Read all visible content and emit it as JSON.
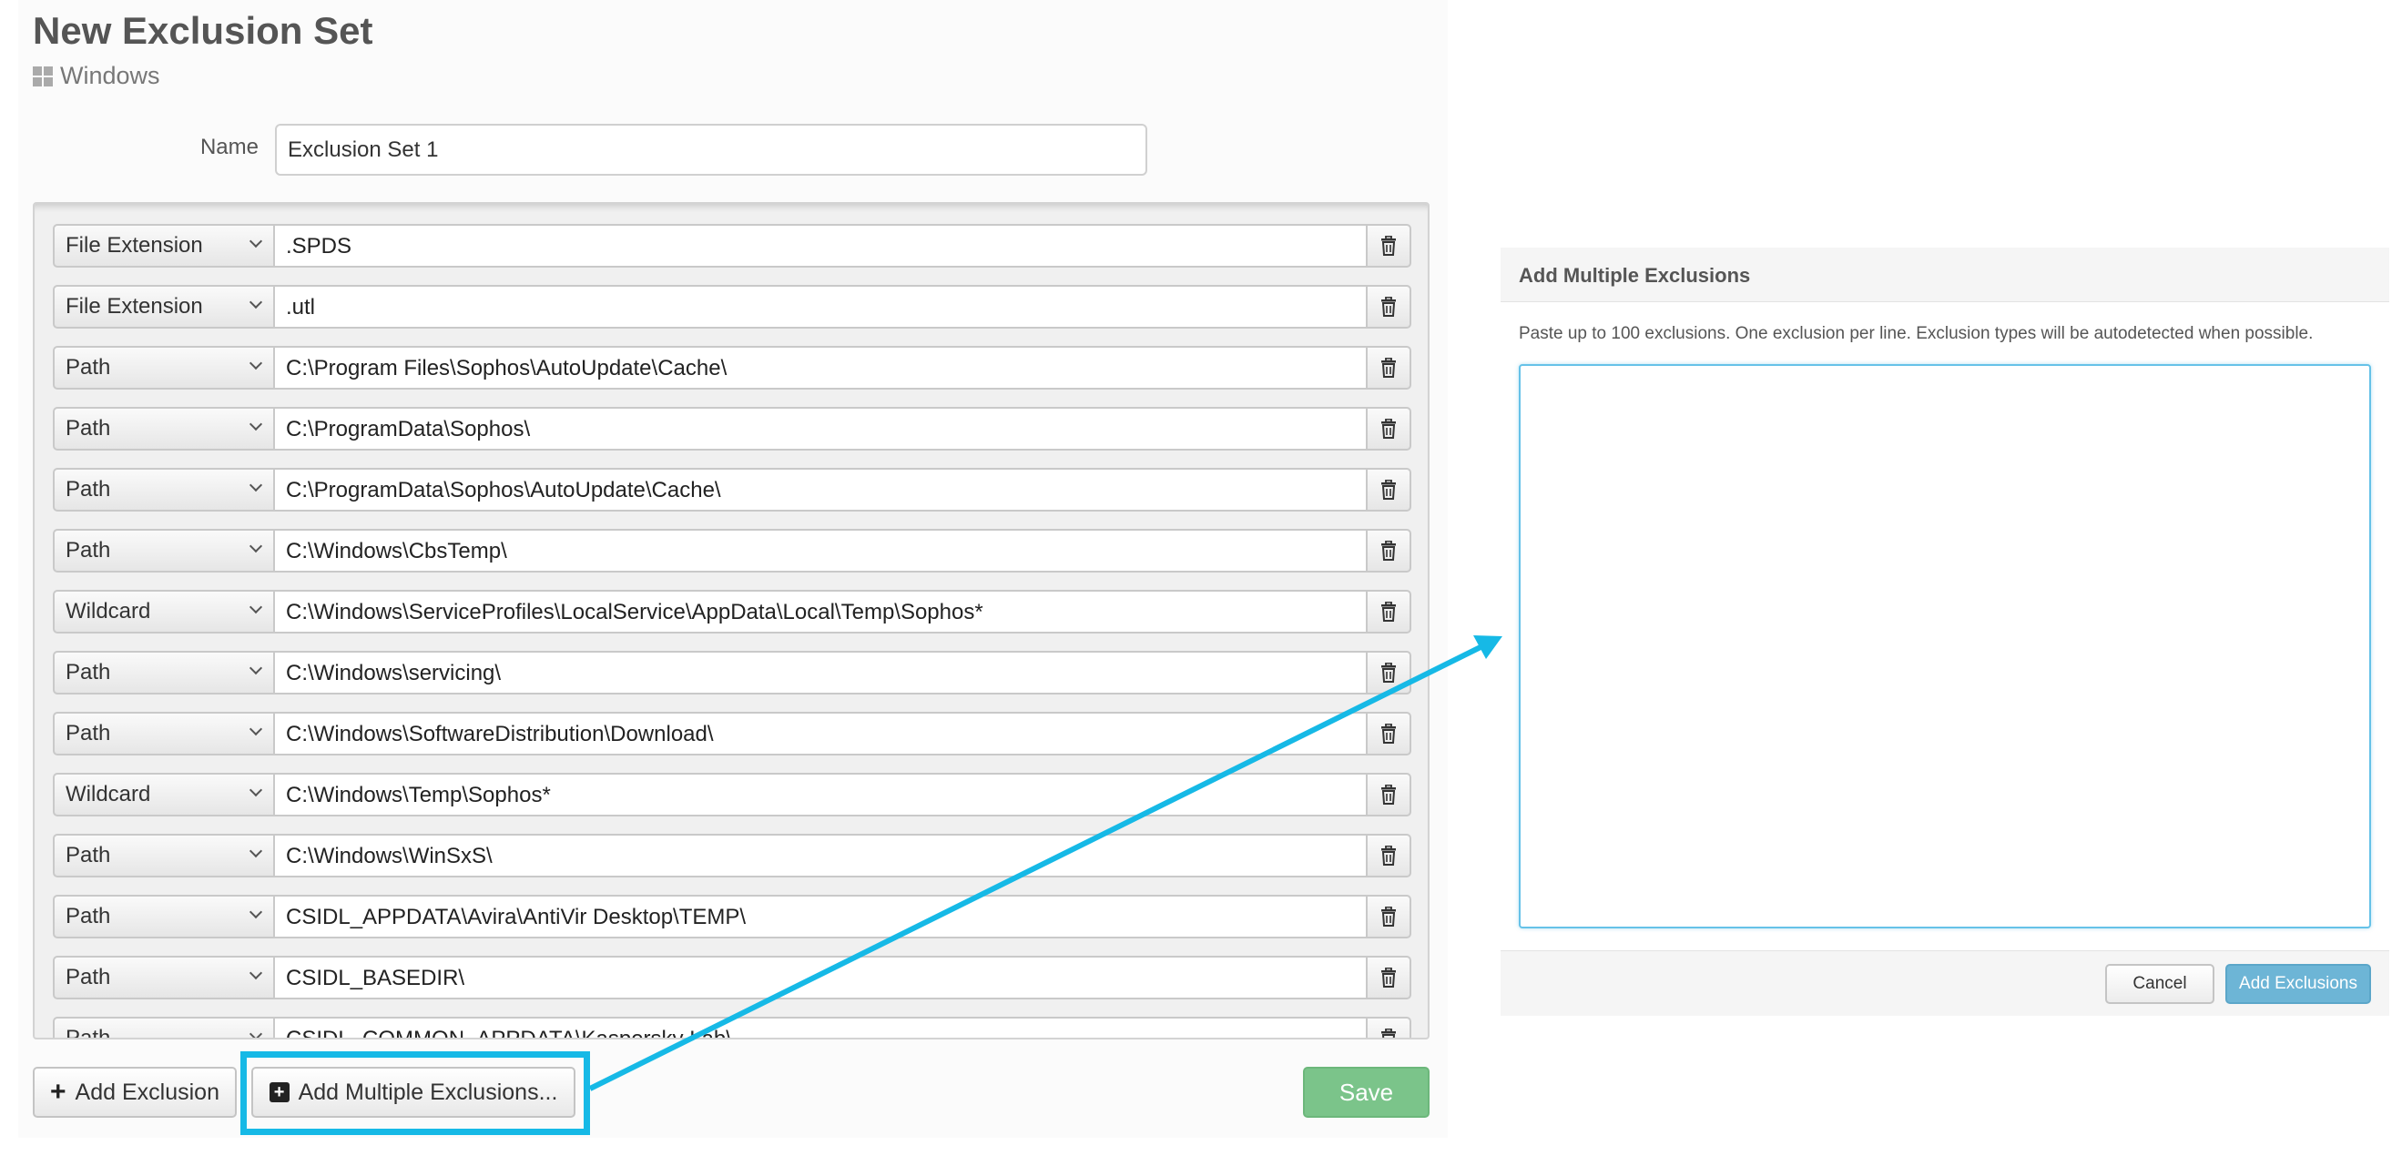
{
  "page": {
    "title": "New Exclusion Set",
    "platform": "Windows"
  },
  "form": {
    "name_label": "Name",
    "name_value": "Exclusion Set 1"
  },
  "exclusions": [
    {
      "type": "File Extension",
      "value": ".SPDS"
    },
    {
      "type": "File Extension",
      "value": ".utl"
    },
    {
      "type": "Path",
      "value": "C:\\Program Files\\Sophos\\AutoUpdate\\Cache\\"
    },
    {
      "type": "Path",
      "value": "C:\\ProgramData\\Sophos\\"
    },
    {
      "type": "Path",
      "value": "C:\\ProgramData\\Sophos\\AutoUpdate\\Cache\\"
    },
    {
      "type": "Path",
      "value": "C:\\Windows\\CbsTemp\\"
    },
    {
      "type": "Wildcard",
      "value": "C:\\Windows\\ServiceProfiles\\LocalService\\AppData\\Local\\Temp\\Sophos*"
    },
    {
      "type": "Path",
      "value": "C:\\Windows\\servicing\\"
    },
    {
      "type": "Path",
      "value": "C:\\Windows\\SoftwareDistribution\\Download\\"
    },
    {
      "type": "Wildcard",
      "value": "C:\\Windows\\Temp\\Sophos*"
    },
    {
      "type": "Path",
      "value": "C:\\Windows\\WinSxS\\"
    },
    {
      "type": "Path",
      "value": "CSIDL_APPDATA\\Avira\\AntiVir Desktop\\TEMP\\"
    },
    {
      "type": "Path",
      "value": "CSIDL_BASEDIR\\"
    },
    {
      "type": "Path",
      "value": "CSIDL_COMMON_APPDATA\\Kaspersky Lab\\"
    }
  ],
  "actions": {
    "add_exclusion": "Add Exclusion",
    "add_multiple": "Add Multiple Exclusions...",
    "save": "Save"
  },
  "dialog": {
    "title": "Add Multiple Exclusions",
    "description": "Paste up to 100 exclusions. One exclusion per line. Exclusion types will be autodetected when possible.",
    "textarea_value": "",
    "cancel": "Cancel",
    "confirm": "Add Exclusions"
  },
  "colors": {
    "highlight": "#16b9e6",
    "save_button": "#7bc48a",
    "primary_button": "#6db5d6"
  }
}
